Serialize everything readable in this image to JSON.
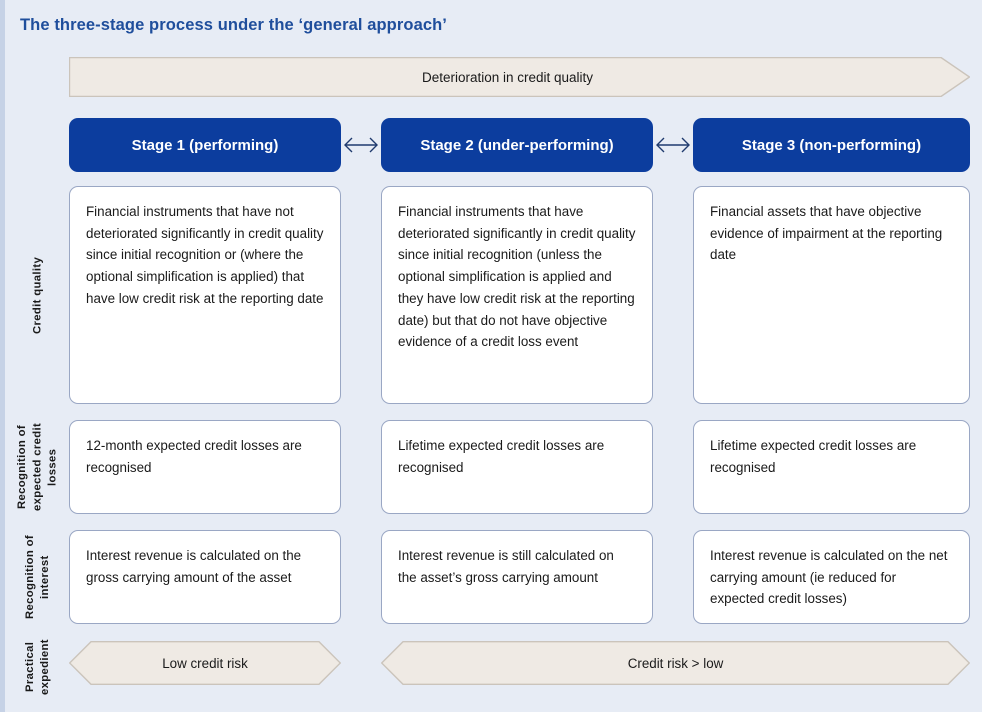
{
  "figure": {
    "title": "The three-stage process under the ‘general approach’",
    "background_color": "#e7ecf5",
    "accent_color": "#1f4e9c",
    "stage_box_color": "#0c3d9e",
    "arrow_fill_color": "#efeae4",
    "arrow_border_color": "#cbc4bb",
    "card_border_color": "#9aa7c4"
  },
  "banner": {
    "label": "Deterioration in credit quality"
  },
  "stages": [
    {
      "header": "Stage 1 (performing)"
    },
    {
      "header": "Stage 2 (under-performing)"
    },
    {
      "header": "Stage 3 (non-performing)"
    }
  ],
  "connectors": [
    {
      "name": "stage-1-to-2-arrow"
    },
    {
      "name": "stage-2-to-3-arrow"
    }
  ],
  "rows": [
    {
      "label": "Credit quality",
      "cells": [
        "Financial instruments that have not deteriorated significantly in credit quality since initial recognition or (where the optional simplification is applied) that have low credit risk at the reporting date",
        "Financial instruments that have deteriorated significantly in credit quality since initial recognition (unless the optional simplification is applied and they have low credit risk at the reporting date) but that do not have objective evidence of a credit loss event",
        "Financial assets that have objective evidence of impairment at the reporting date"
      ]
    },
    {
      "label": "Recognition of expected credit losses",
      "cells": [
        "12-month expected credit losses are recognised",
        "Lifetime expected credit losses are recognised",
        "Lifetime expected credit losses are recognised"
      ]
    },
    {
      "label": "Recognition of interest",
      "cells": [
        "Interest revenue is calculated on the gross carrying amount of the asset",
        "Interest revenue is still calculated on the asset’s gross carrying amount",
        "Interest revenue is calculated on the net carrying amount (ie reduced for expected credit losses)"
      ]
    }
  ],
  "practical_expedient": {
    "label": "Practical expedient",
    "arrows": [
      "Low credit risk",
      "Credit risk > low"
    ]
  }
}
